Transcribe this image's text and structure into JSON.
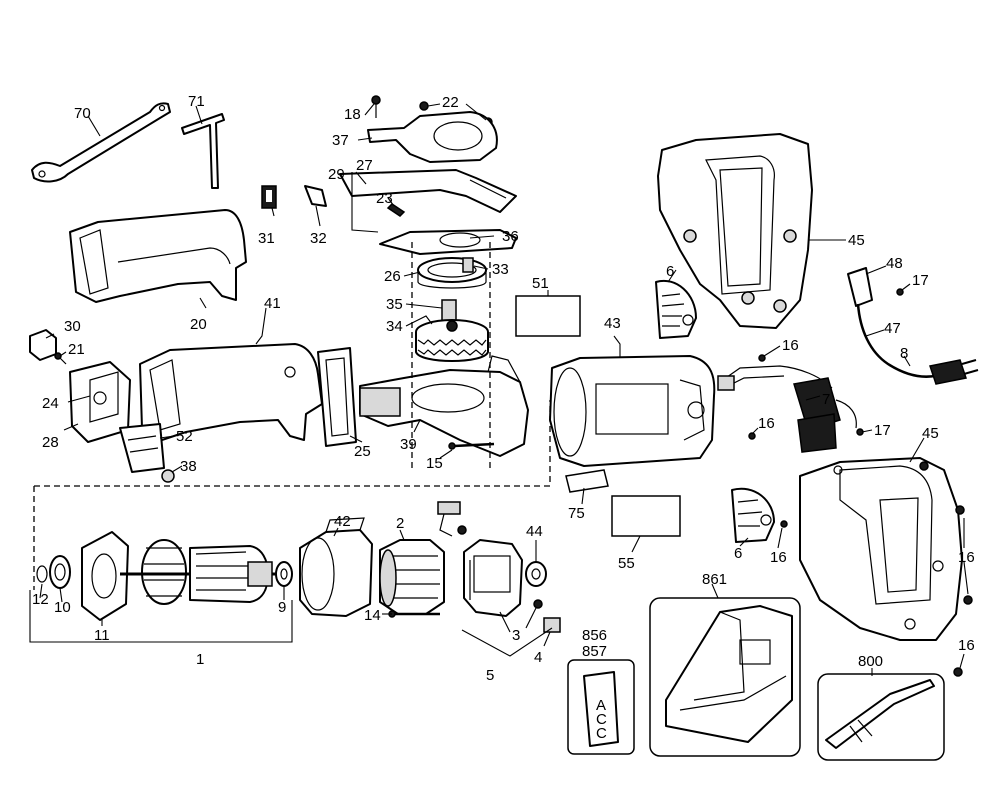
{
  "diagram": {
    "labels": {
      "p1": "1",
      "p2": "2",
      "p3": "3",
      "p4": "4",
      "p5": "5",
      "p6a": "6",
      "p6b": "6",
      "p7": "7",
      "p8": "8",
      "p9": "9",
      "p10": "10",
      "p11": "11",
      "p12": "12",
      "p14": "14",
      "p15": "15",
      "p16a": "16",
      "p16b": "16",
      "p16c": "16",
      "p16d": "16",
      "p16e": "16",
      "p17a": "17",
      "p17b": "17",
      "p18": "18",
      "p20": "20",
      "p21": "21",
      "p22": "22",
      "p23": "23",
      "p24": "24",
      "p25": "25",
      "p26": "26",
      "p27": "27",
      "p28": "28",
      "p29": "29",
      "p30": "30",
      "p31": "31",
      "p32": "32",
      "p33": "33",
      "p34": "34",
      "p35": "35",
      "p36": "36",
      "p37": "37",
      "p38": "38",
      "p39": "39",
      "p41": "41",
      "p42": "42",
      "p43": "43",
      "p44": "44",
      "p45a": "45",
      "p45b": "45",
      "p47": "47",
      "p48": "48",
      "p51": "51",
      "p52": "52",
      "p55": "55",
      "p70": "70",
      "p71": "71",
      "p75": "75",
      "p800": "800",
      "p856": "856",
      "p857": "857",
      "p861": "861"
    },
    "label_letters": [
      "A",
      "C",
      "C"
    ]
  }
}
